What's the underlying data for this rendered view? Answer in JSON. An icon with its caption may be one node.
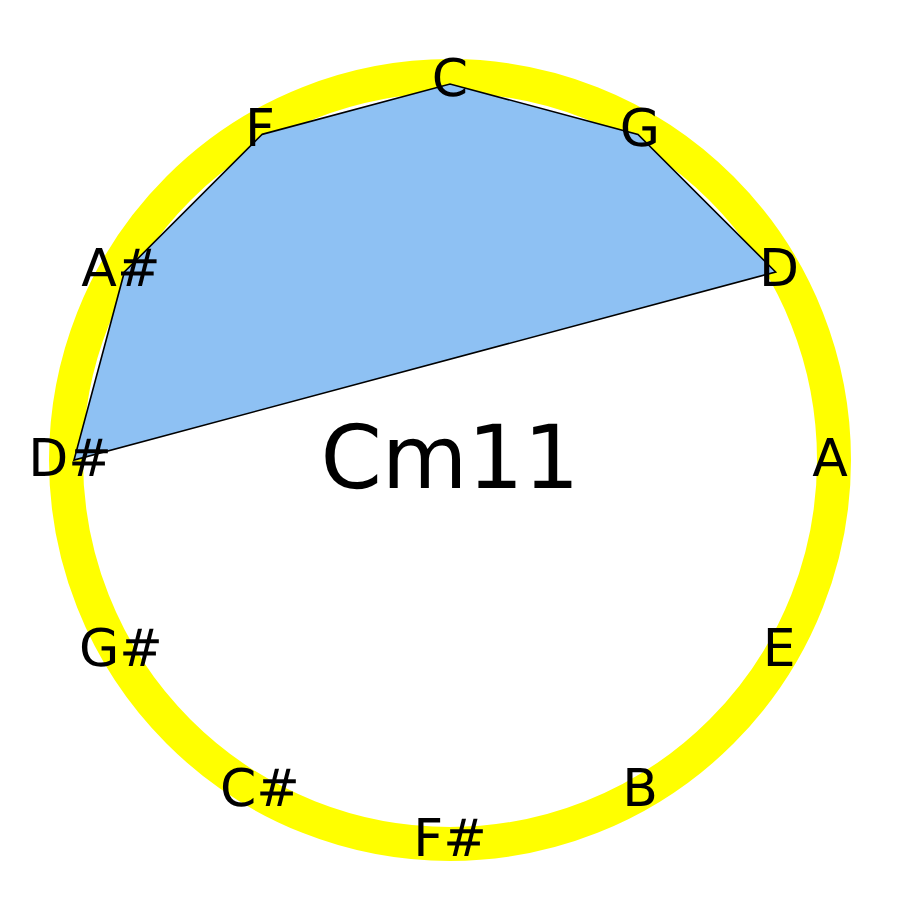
{
  "diagram": {
    "labels": [
      "C",
      "G",
      "D",
      "A",
      "E",
      "B",
      "F#",
      "C#",
      "G#",
      "D#",
      "A#",
      "F",
      "Cm11"
    ]
  }
}
